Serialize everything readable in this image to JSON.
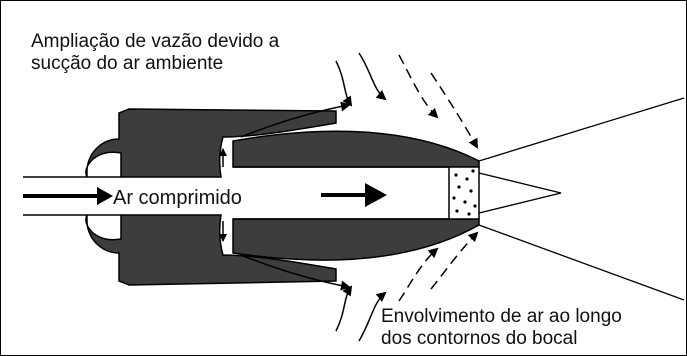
{
  "labels": {
    "top_line1": "Ampliação de vazão devido a",
    "top_line2": "sucção do ar ambiente",
    "center": "Ar comprimido",
    "bottom_line1": "Envolvimento de ar ao longo",
    "bottom_line2": "dos contornos do bocal"
  },
  "colors": {
    "nozzle_body": "#3d3d3d",
    "outline": "#000000",
    "background": "#ffffff"
  }
}
